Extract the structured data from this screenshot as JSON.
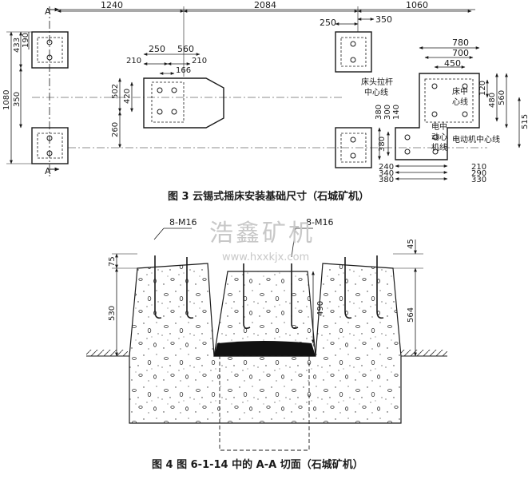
{
  "figure3": {
    "section_mark": "A",
    "top_dims": [
      "1240",
      "2084",
      "1060"
    ],
    "dim_350_top": "350",
    "dim_250": "250",
    "left_dims": [
      "433",
      "190",
      "350",
      "1080"
    ],
    "mid_dims": {
      "d250": "250",
      "d560": "560",
      "d210a": "210",
      "d210b": "210",
      "d166": "166",
      "d502": "502",
      "d420": "420",
      "d260": "260"
    },
    "right_dims": {
      "d780": "780",
      "d700": "700",
      "d450": "450",
      "d120": "120",
      "d480": "480",
      "d560": "560",
      "d515": "515"
    },
    "lower_dims": {
      "d380a": "380",
      "d300": "300",
      "d140": "140",
      "d380b": "380",
      "d240": "240",
      "d340": "340",
      "d380c": "380",
      "d210": "210",
      "d290": "290",
      "d330": "330"
    },
    "label_headstock": "床头拉杆\n中心线",
    "label_bed": "床中\n心线",
    "label_motor_axis": "电动机中心线",
    "label_motor": "电中\n动心\n机线",
    "caption": "图 3   云锡式摇床安装基础尺寸（石城矿机）"
  },
  "figure4": {
    "bolt_left": "8-M16",
    "bolt_right": "8-M16",
    "dim_75": "75",
    "dim_530": "530",
    "dim_490": "490",
    "dim_45": "45",
    "dim_564": "564",
    "caption": "图 4   图 6-1-14 中的 A-A 切面（石城矿机）"
  },
  "watermark": {
    "text": "浩鑫矿机",
    "url": "www.hxxkjx.com"
  }
}
